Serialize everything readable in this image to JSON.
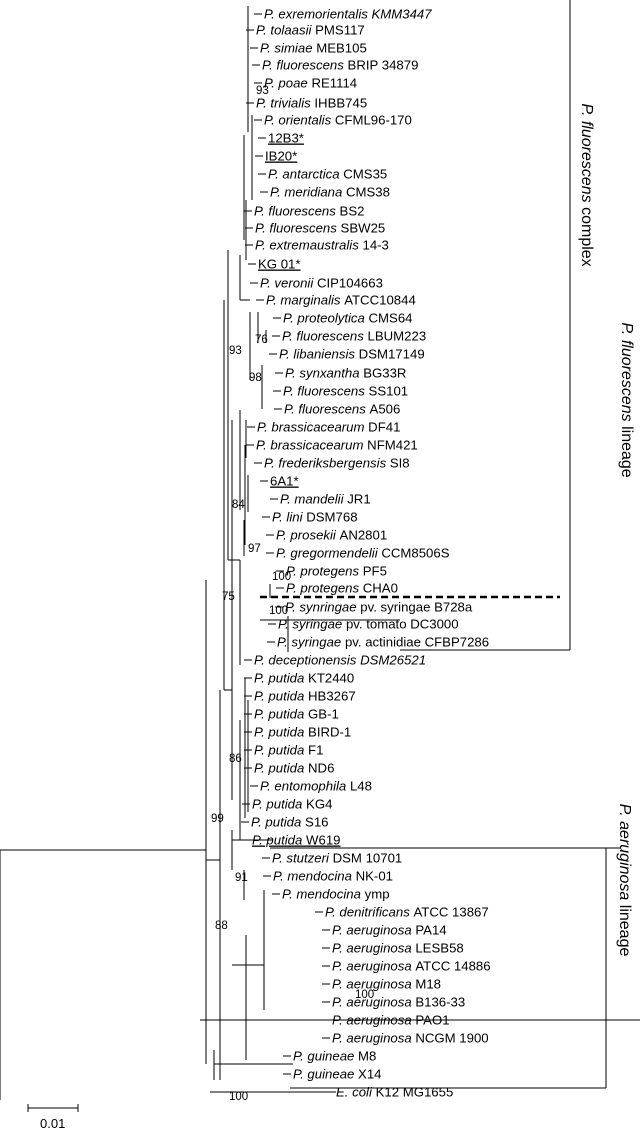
{
  "taxa": [
    {
      "sp": "P. exremorientalis KMM3447",
      "st": ""
    },
    {
      "sp": "P. tolaasii",
      "st": "PMS117"
    },
    {
      "sp": "P. simiae",
      "st": "MEB105"
    },
    {
      "sp": "P. fluorescens",
      "st": "BRIP 34879"
    },
    {
      "sp": "P. poae",
      "st": "RE1114"
    },
    {
      "sp": "P. trivialis",
      "st": "IHBB745"
    },
    {
      "sp": "P. orientalis",
      "st": "CFML96-170"
    },
    {
      "sp": "",
      "st": "12B3*"
    },
    {
      "sp": "",
      "st": "IB20*"
    },
    {
      "sp": "P. antarctica",
      "st": "CMS35"
    },
    {
      "sp": "P. meridiana",
      "st": "CMS38"
    },
    {
      "sp": "P. fluorescens",
      "st": "BS2"
    },
    {
      "sp": "P. fluorescens",
      "st": "SBW25"
    },
    {
      "sp": "P. extremaustralis",
      "st": "14-3"
    },
    {
      "sp": "",
      "st": "KG 01*"
    },
    {
      "sp": "P. veronii",
      "st": "CIP104663"
    },
    {
      "sp": "P. marginalis",
      "st": "ATCC10844"
    },
    {
      "sp": "P. proteolytica",
      "st": "CMS64"
    },
    {
      "sp": "P. fluorescens",
      "st": "LBUM223"
    },
    {
      "sp": "P. libaniensis",
      "st": "DSM17149"
    },
    {
      "sp": "P. synxantha",
      "st": "BG33R"
    },
    {
      "sp": "P. fluorescens",
      "st": "SS101"
    },
    {
      "sp": "P. fluorescens",
      "st": "A506"
    },
    {
      "sp": "P. brassicacearum",
      "st": "DF41"
    },
    {
      "sp": "P. brassicacearum",
      "st": "NFM421"
    },
    {
      "sp": "P. frederiksbergensis",
      "st": "SI8"
    },
    {
      "sp": "",
      "st": "6A1*"
    },
    {
      "sp": "P. mandelii",
      "st": "JR1"
    },
    {
      "sp": "P. lini",
      "st": "DSM768"
    },
    {
      "sp": "P. prosekii",
      "st": "AN2801"
    },
    {
      "sp": "P. gregormendelii",
      "st": "CCM8506S"
    },
    {
      "sp": "P. protegens",
      "st": "PF5"
    },
    {
      "sp": "P. protegens",
      "st": "CHA0"
    },
    {
      "sp": "P. synringae",
      "st": "pv. syringae B728a"
    },
    {
      "sp": "P. syringae",
      "st": "pv. tomato DC3000"
    },
    {
      "sp": "P. syringae",
      "st": "pv. actinidiae CFBP7286"
    },
    {
      "sp": "P. deceptionensis DSM26521",
      "st": ""
    },
    {
      "sp": "P. putida",
      "st": "KT2440"
    },
    {
      "sp": "P. putida",
      "st": "HB3267"
    },
    {
      "sp": "P. putida",
      "st": "GB-1"
    },
    {
      "sp": "P. putida",
      "st": "BIRD-1"
    },
    {
      "sp": "P. putida",
      "st": "F1"
    },
    {
      "sp": "P. putida",
      "st": "ND6"
    },
    {
      "sp": "P. entomophila",
      "st": "L48"
    },
    {
      "sp": "P. putida",
      "st": "KG4"
    },
    {
      "sp": "P. putida",
      "st": "S16"
    },
    {
      "sp": "P. putida",
      "st": "W619"
    },
    {
      "sp": "P. stutzeri",
      "st": "DSM 10701"
    },
    {
      "sp": "P. mendocina",
      "st": "NK-01"
    },
    {
      "sp": "P. mendocina",
      "st": "ymp"
    },
    {
      "sp": "P. denitrificans",
      "st": "ATCC  13867"
    },
    {
      "sp": "P. aeruginosa",
      "st": "PA14"
    },
    {
      "sp": "P. aeruginosa",
      "st": "LESB58"
    },
    {
      "sp": "P. aeruginosa",
      "st": "ATCC 14886"
    },
    {
      "sp": "P. aeruginosa",
      "st": "M18"
    },
    {
      "sp": "P. aeruginosa",
      "st": "B136-33"
    },
    {
      "sp": "P. aeruginosa",
      "st": "PAO1"
    },
    {
      "sp": "P. aeruginosa",
      "st": "NCGM 1900"
    },
    {
      "sp": "P. guineae",
      "st": "M8"
    },
    {
      "sp": "P. guineae",
      "st": "X14"
    },
    {
      "sp": "E. coli",
      "st": "K12 MG1655"
    }
  ],
  "bootstrap": [
    "93",
    "76",
    "93",
    "98",
    "84",
    "97",
    "100",
    "75",
    "100",
    "86",
    "99",
    "91",
    "88",
    "100",
    "100"
  ],
  "groups": {
    "complex_italic": "P. fluorescens",
    "complex_rest": " complex",
    "lineage1_italic": "P. fluorescens",
    "lineage1_rest": " lineage",
    "lineage2_italic": "P. aeruginosa",
    "lineage2_rest": " lineage"
  },
  "scale_bar": "0.01",
  "colors": {
    "line": "#000000",
    "text": "#000000",
    "background": "#ffffff"
  }
}
